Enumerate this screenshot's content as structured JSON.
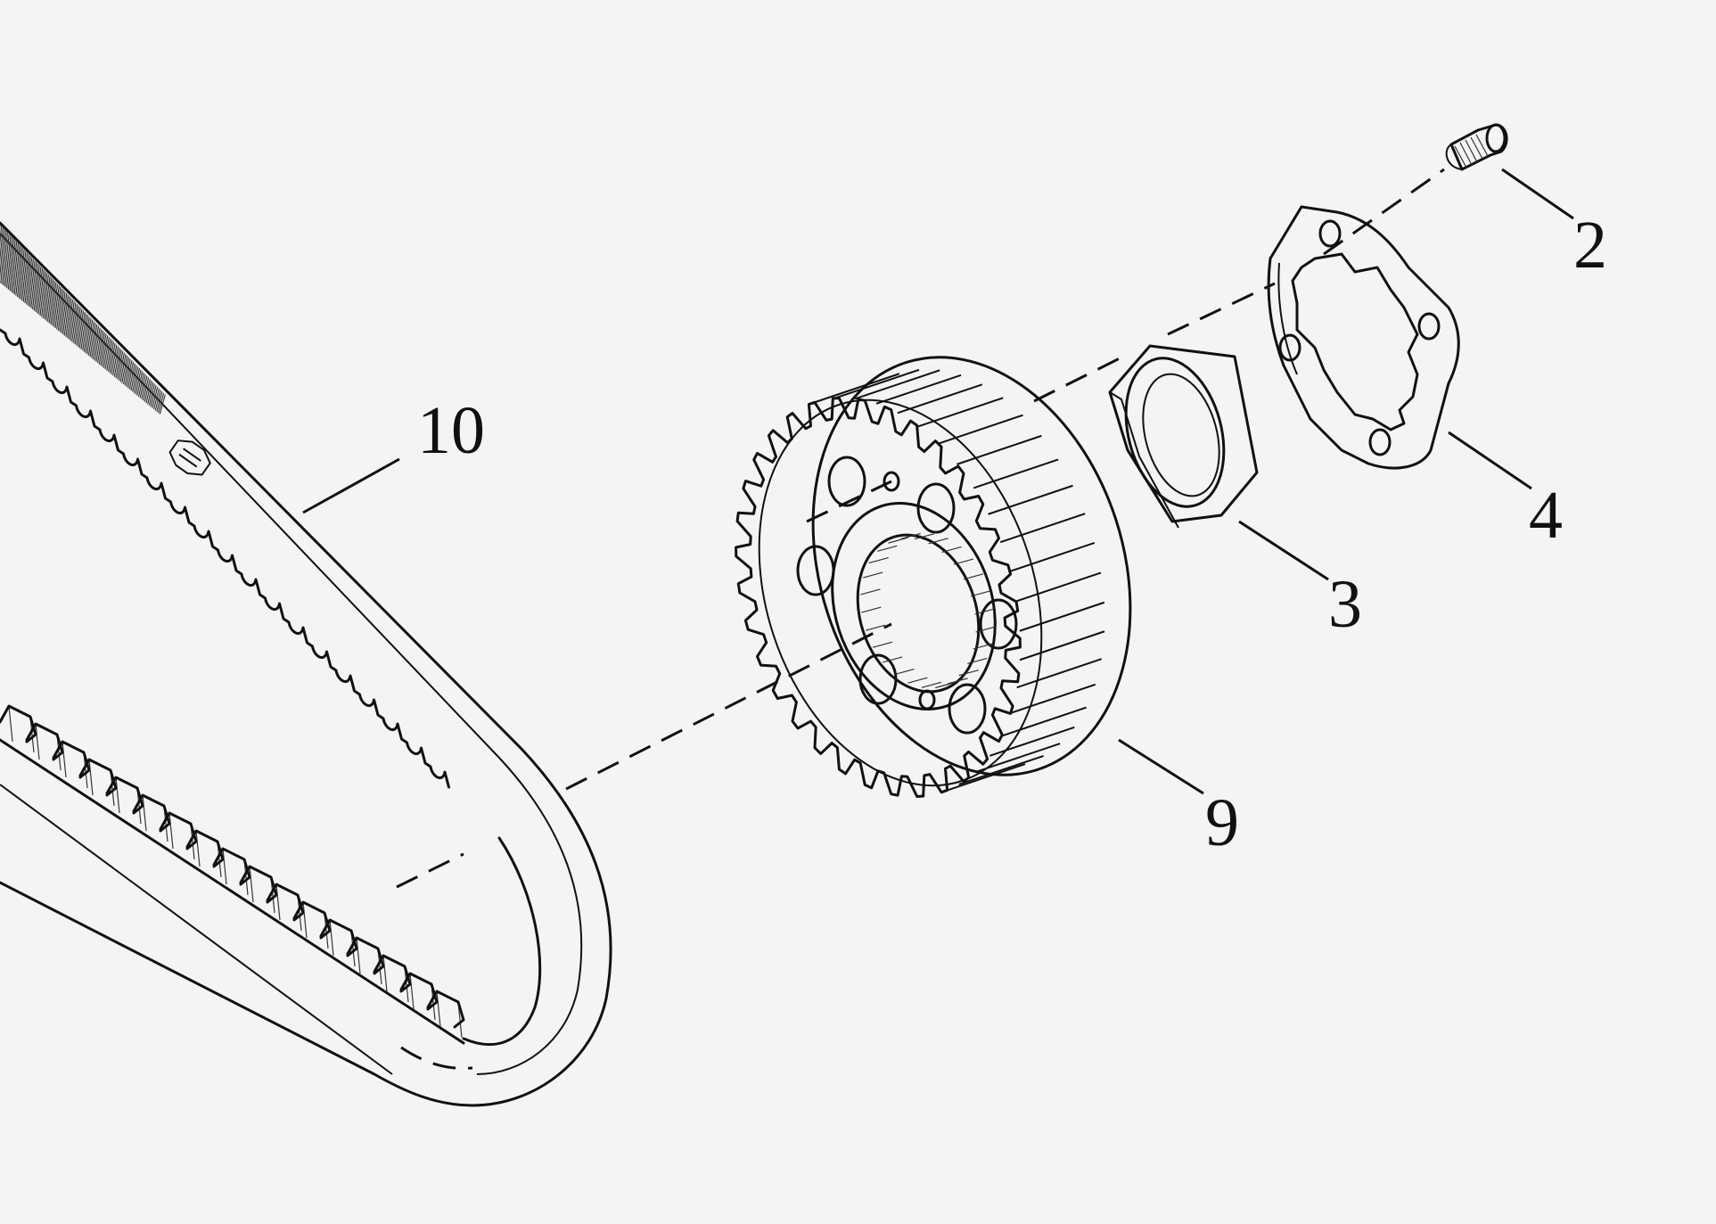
{
  "diagram": {
    "callouts": [
      {
        "id": "belt",
        "label": "10"
      },
      {
        "id": "screw",
        "label": "2"
      },
      {
        "id": "lock-plate",
        "label": "4"
      },
      {
        "id": "nut",
        "label": "3"
      },
      {
        "id": "sprocket",
        "label": "9"
      }
    ]
  }
}
